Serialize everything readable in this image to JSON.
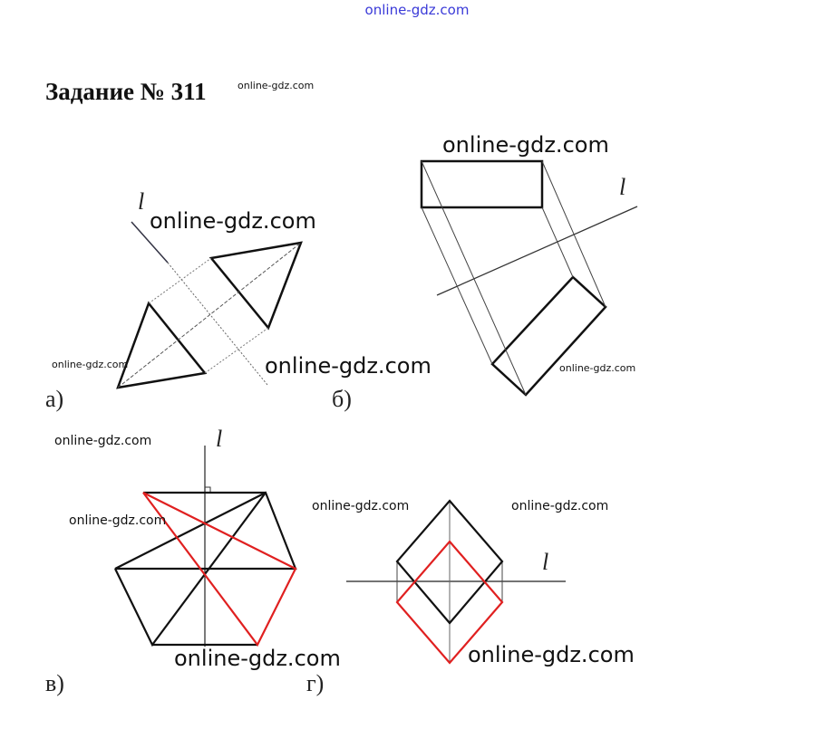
{
  "header": {
    "watermark": "online-gdz.com",
    "title": "Задание № 311"
  },
  "watermarks": {
    "title_small": "online-gdz.com",
    "a_top": "online-gdz.com",
    "a_left": "online-gdz.com",
    "a_bottom": "online-gdz.com",
    "b_top": "online-gdz.com",
    "b_right": "online-gdz.com",
    "v_top": "online-gdz.com",
    "v_left": "online-gdz.com",
    "v_bottom": "online-gdz.com",
    "g_left": "online-gdz.com",
    "g_right": "online-gdz.com",
    "g_bottom": "online-gdz.com"
  },
  "figures": {
    "a": {
      "label": "а)",
      "axis": "l"
    },
    "b": {
      "label": "б)",
      "axis": "l"
    },
    "v": {
      "label": "в)",
      "axis": "l"
    },
    "g": {
      "label": "г)",
      "axis": "l"
    }
  },
  "colors": {
    "original": "#111111",
    "image": "#e02020",
    "axis": "#333333"
  }
}
